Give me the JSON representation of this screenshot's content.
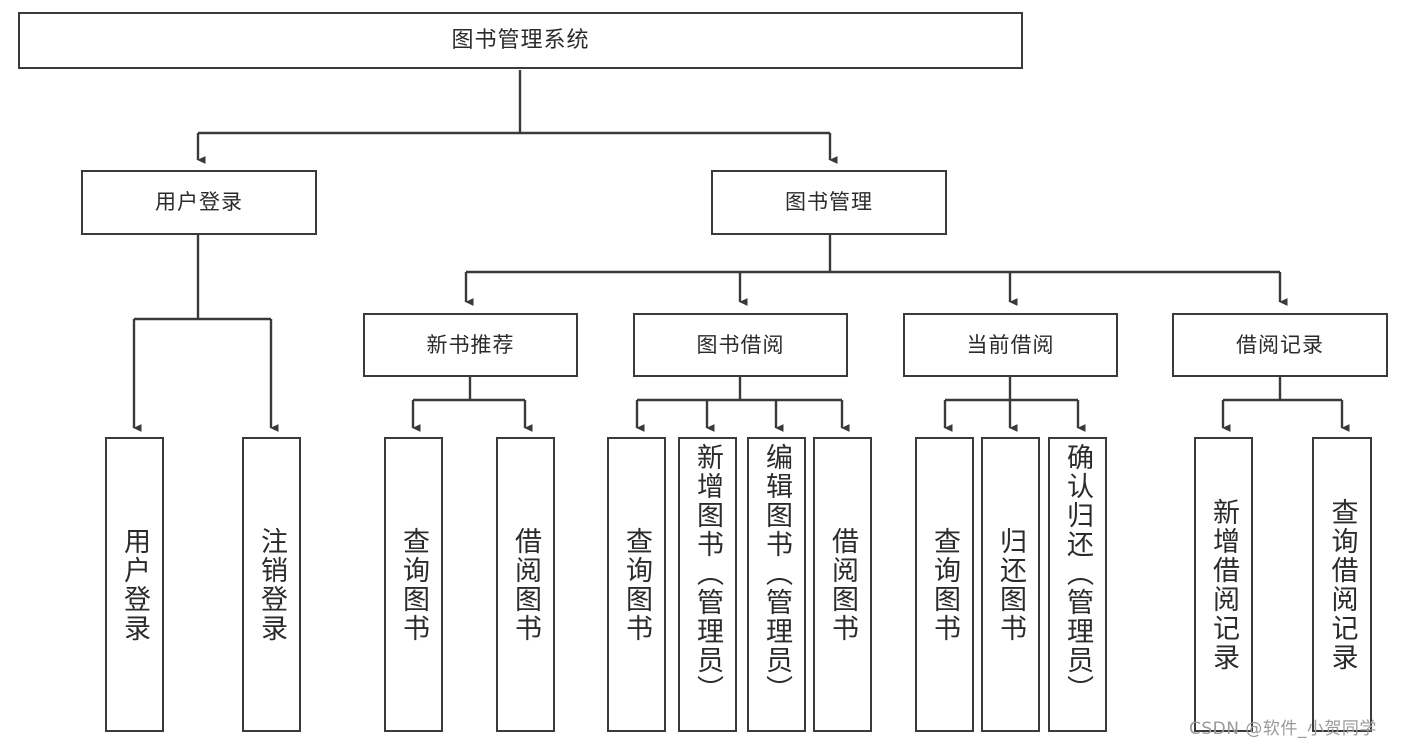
{
  "diagram": {
    "type": "tree-flowchart",
    "title_node": {
      "id": "root",
      "label": "图书管理系统"
    },
    "level2": [
      {
        "id": "user-login",
        "label": "用户登录"
      },
      {
        "id": "book-management",
        "label": "图书管理"
      }
    ],
    "level3": [
      {
        "id": "new-book-recommend",
        "label": "新书推荐",
        "parent": "book-management"
      },
      {
        "id": "book-borrow",
        "label": "图书借阅",
        "parent": "book-management"
      },
      {
        "id": "current-borrow",
        "label": "当前借阅",
        "parent": "book-management"
      },
      {
        "id": "borrow-record",
        "label": "借阅记录",
        "parent": "book-management"
      }
    ],
    "leaves": [
      {
        "id": "leaf-user-login",
        "label": "用户登录",
        "parent": "user-login"
      },
      {
        "id": "leaf-logout-login",
        "label": "注销登录",
        "parent": "user-login"
      },
      {
        "id": "leaf-query-book-1",
        "label": "查询图书",
        "parent": "new-book-recommend"
      },
      {
        "id": "leaf-borrow-book-1",
        "label": "借阅图书",
        "parent": "new-book-recommend"
      },
      {
        "id": "leaf-query-book-2",
        "label": "查询图书",
        "parent": "book-borrow"
      },
      {
        "id": "leaf-add-book",
        "label": "新增图书（管理员）",
        "parent": "book-borrow"
      },
      {
        "id": "leaf-edit-book",
        "label": "编辑图书（管理员）",
        "parent": "book-borrow"
      },
      {
        "id": "leaf-borrow-book-2",
        "label": "借阅图书",
        "parent": "book-borrow"
      },
      {
        "id": "leaf-query-book-3",
        "label": "查询图书",
        "parent": "current-borrow"
      },
      {
        "id": "leaf-return-book",
        "label": "归还图书",
        "parent": "current-borrow"
      },
      {
        "id": "leaf-confirm-return",
        "label": "确认归还（管理员）",
        "parent": "current-borrow"
      },
      {
        "id": "leaf-add-record",
        "label": "新增借阅记录",
        "parent": "borrow-record"
      },
      {
        "id": "leaf-query-record",
        "label": "查询借阅记录",
        "parent": "borrow-record"
      }
    ],
    "colors": {
      "stroke": "#3a3a3a",
      "text": "#2b2b2b",
      "background": "#ffffff",
      "watermark": "#9a9a9a"
    }
  },
  "watermark": {
    "text": "CSDN @软件_小贺同学"
  }
}
